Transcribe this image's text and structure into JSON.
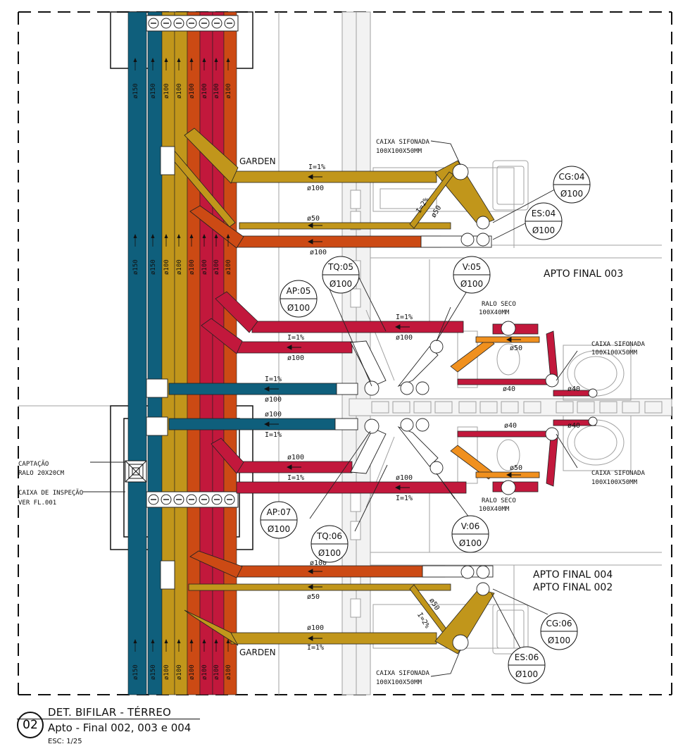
{
  "colors": {
    "blue": "#0f5f7c",
    "yellow": "#c1961b",
    "orange": "#cc4a14",
    "red": "#c2183c",
    "light_orange": "#f0901e",
    "line": "#222222",
    "grey": "#9a9a9a"
  },
  "title": {
    "number": "02",
    "main": "DET. BIFILAR - TÉRREO",
    "subtitle": "Apto - Final 002, 003 e 004",
    "scale": "ESC: 1/25"
  },
  "riser_labels": {
    "top": [
      "ø150",
      "ø150",
      "ø100",
      "ø100",
      "ø100",
      "ø100",
      "ø100",
      "ø100"
    ],
    "mid": [
      "ø150",
      "ø150",
      "ø100",
      "ø100",
      "ø100",
      "ø100",
      "ø100",
      "ø100"
    ],
    "bottom": [
      "ø150",
      "ø150",
      "ø100",
      "ø100",
      "ø100",
      "ø100",
      "ø100",
      "ø100"
    ]
  },
  "labels": {
    "garden_top": "GARDEN",
    "garden_bottom": "GARDEN",
    "apto_003": "APTO FINAL 003",
    "apto_004": "APTO FINAL 004",
    "apto_002": "APTO FINAL 002",
    "captacao_1": "CAPTAÇÃO",
    "captacao_2": "RALO 20X20CM",
    "caixa_insp_1": "CAIXA DE INSPEÇÃO",
    "caixa_insp_2": "VER FL.001",
    "caixa_sif_top_1": "CAIXA SIFONADA",
    "caixa_sif_top_2": "100X100X50MM",
    "caixa_sif_bot_1": "CAIXA SIFONADA",
    "caixa_sif_bot_2": "100X100X50MM",
    "caixa_sif_r1_1": "CAIXA SIFONADA",
    "caixa_sif_r1_2": "100X100X50MM",
    "caixa_sif_r2_1": "CAIXA SIFONADA",
    "caixa_sif_r2_2": "100X100X50MM",
    "ralo_seco_t1": "RALO SECO",
    "ralo_seco_t2": "100X40MM",
    "ralo_seco_b1": "RALO SECO",
    "ralo_seco_b2": "100X40MM"
  },
  "pipe_texts": {
    "i1_top": "I=1%",
    "d100_top": "ø100",
    "i2_top": "I=2%",
    "d50_diag_top": "ø50",
    "d50_top": "ø50",
    "d100_or_top": "ø100",
    "i_red1": "I=1%",
    "d100_red1": "ø100",
    "i_red2": "I=1%",
    "d100_red2": "ø100",
    "d50_r1": "ø50",
    "d40_r1": "ø40",
    "d40_r2": "ø40",
    "i_blue1": "I=1%",
    "d100_blue1": "ø100",
    "d100_blue2": "ø100",
    "i_blue2": "I=1%",
    "d40_r3": "ø40",
    "d40_r4": "ø40",
    "d100_red3": "ø100",
    "i_red3": "I=1%",
    "d100_red4": "ø100",
    "i_red4": "I=1%",
    "d50_r2": "ø50",
    "d100_or_bot": "ø100",
    "d50_bot": "ø50",
    "d50_diag_bot": "ø50",
    "i2_bot": "I=2%",
    "d100_bot": "ø100",
    "i1_bot": "I=1%"
  },
  "tags": [
    {
      "id": "CG:04",
      "dia": "Ø100"
    },
    {
      "id": "ES:04",
      "dia": "Ø100"
    },
    {
      "id": "TQ:05",
      "dia": "Ø100"
    },
    {
      "id": "V:05",
      "dia": "Ø100"
    },
    {
      "id": "AP:05",
      "dia": "Ø100"
    },
    {
      "id": "AP:07",
      "dia": "Ø100"
    },
    {
      "id": "TQ:06",
      "dia": "Ø100"
    },
    {
      "id": "V:06",
      "dia": "Ø100"
    },
    {
      "id": "CG:06",
      "dia": "Ø100"
    },
    {
      "id": "ES:06",
      "dia": "Ø100"
    }
  ]
}
